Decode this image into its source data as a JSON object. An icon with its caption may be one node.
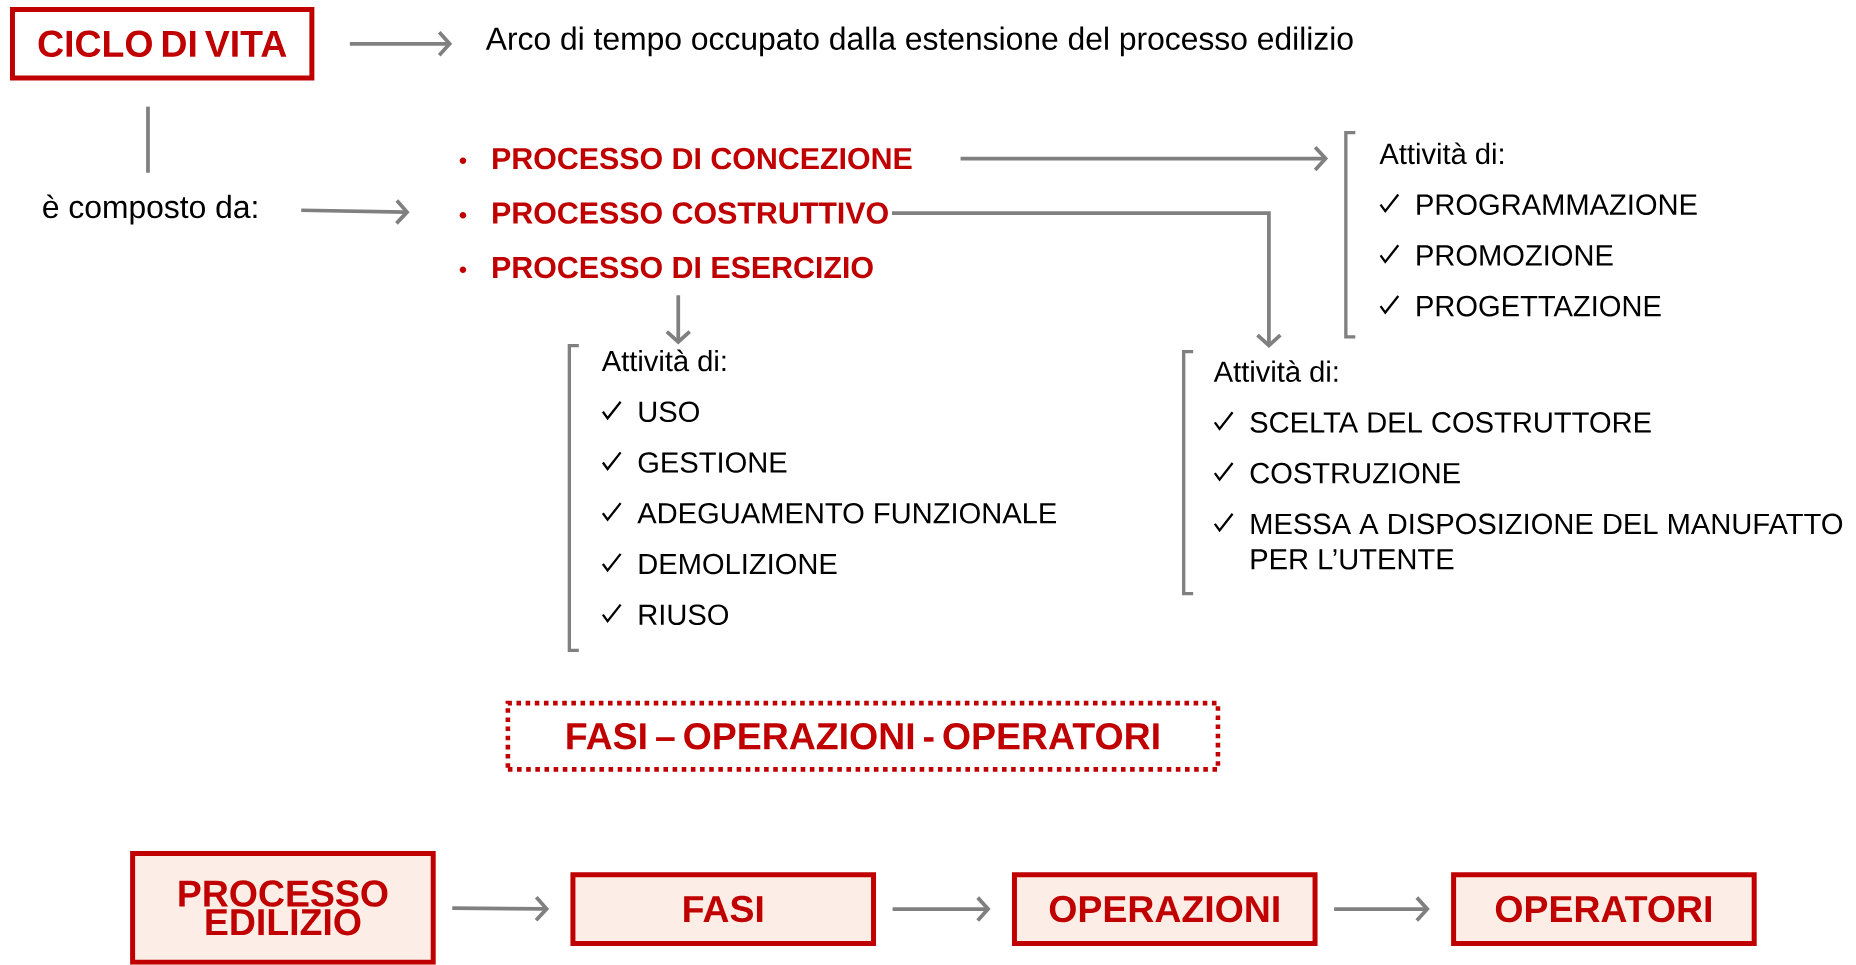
{
  "diagram": {
    "nodes": [
      {
        "text": [
          "CICLO DI VITA"
        ]
      },
      {
        "text": [
          "Arco di tempo occupato dalla estensione del processo edilizio"
        ]
      },
      {
        "text": [
          "è composto da:"
        ]
      },
      {
        "text": [
          "PROCESSO DI CONCEZIONE"
        ]
      },
      {
        "text": [
          "PROCESSO COSTRUTTIVO"
        ]
      },
      {
        "text": [
          "PROCESSO DI ESERCIZIO"
        ]
      },
      {
        "text": [
          "Attività di:",
          "PROGRAMMAZIONE",
          "PROMOZIONE",
          "PROGETTAZIONE"
        ]
      },
      {
        "text": [
          "Attività di:",
          "SCELTA DEL COSTRUTTORE",
          "COSTRUZIONE",
          "MESSA A DISPOSIZIONE DEL MANUFATTO PER L’UTENTE"
        ]
      },
      {
        "text": [
          "Attività di:",
          "USO",
          "GESTIONE",
          "ADEGUAMENTO FUNZIONALE",
          "DEMOLIZIONE",
          "RIUSO"
        ]
      },
      {
        "text": [
          "FASI – OPERAZIONI - OPERATORI"
        ]
      },
      {
        "text": [
          "PROCESSO EDILIZIO"
        ]
      },
      {
        "text": [
          "FASI"
        ]
      },
      {
        "text": [
          "OPERAZIONI"
        ]
      },
      {
        "text": [
          "OPERATORI"
        ]
      }
    ],
    "edges": [
      {
        "from": 0,
        "to": 1,
        "arrow": "to"
      },
      {
        "from": 0,
        "to": 2,
        "arrow": "none"
      },
      {
        "from": 2,
        "to": 4,
        "arrow": "to"
      },
      {
        "from": 3,
        "to": 6,
        "arrow": "to"
      },
      {
        "from": 4,
        "to": 7,
        "arrow": "to"
      },
      {
        "from": 5,
        "to": 8,
        "arrow": "to"
      },
      {
        "from": 10,
        "to": 11,
        "arrow": "to"
      },
      {
        "from": 11,
        "to": 12,
        "arrow": "to"
      },
      {
        "from": 12,
        "to": 13,
        "arrow": "to"
      }
    ]
  }
}
